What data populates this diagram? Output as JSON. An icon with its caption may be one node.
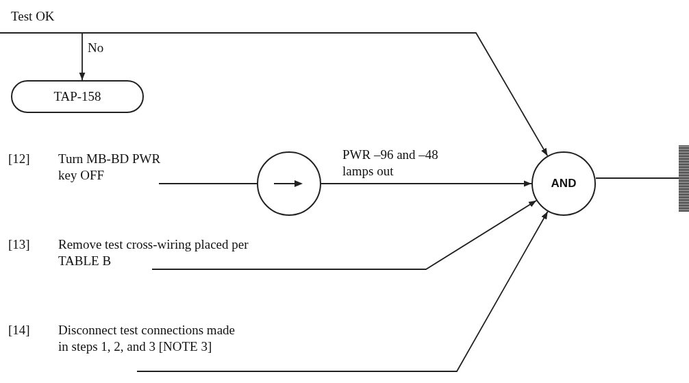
{
  "diagram": {
    "nodes": [
      {
        "text": [
          "Test OK"
        ]
      },
      {
        "text": [
          "TAP-158"
        ]
      },
      {
        "text": [
          "[12]",
          "Turn MB-BD PWR key OFF"
        ]
      },
      {
        "text": [],
        "shape": "circle"
      },
      {
        "text": [
          "AND"
        ]
      },
      {
        "text": [],
        "shape": "bar"
      },
      {
        "text": [
          "[13]",
          "Remove test cross-wiring placed per TABLE B"
        ]
      },
      {
        "text": [
          "[14]",
          "Disconnect test connections made in steps 1, 2, and 3 [NOTE 3]"
        ]
      }
    ],
    "edges": [
      {
        "from": 0,
        "to": 4,
        "arrow": "to"
      },
      {
        "from": 0,
        "to": 1,
        "arrow": "to",
        "label": "No"
      },
      {
        "from": 2,
        "to": 3,
        "arrow": "none"
      },
      {
        "from": 3,
        "to": 4,
        "arrow": "to",
        "label": "PWR –96 and –48 lamps out"
      },
      {
        "from": 4,
        "to": 5,
        "arrow": "none"
      },
      {
        "from": 6,
        "to": 4,
        "arrow": "to"
      },
      {
        "from": 7,
        "to": 4,
        "arrow": "to"
      }
    ]
  }
}
